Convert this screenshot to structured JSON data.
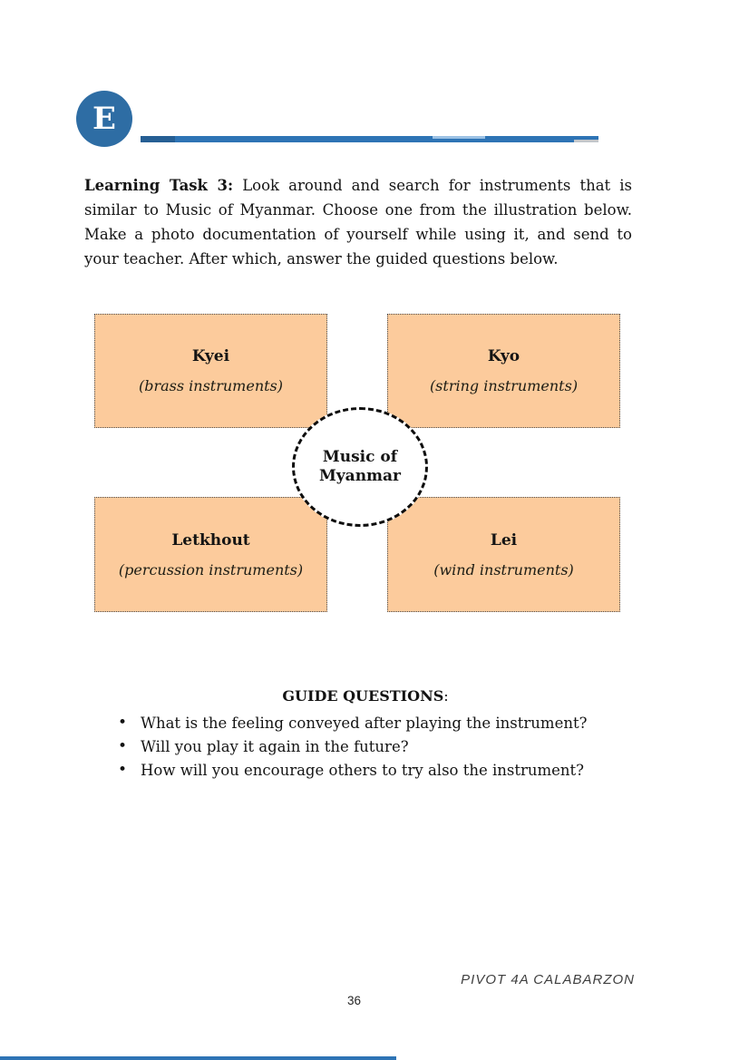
{
  "page": {
    "badge_letter": "E",
    "page_number": "36",
    "footer_brand": "PIVOT 4A CALABARZON"
  },
  "task": {
    "label": "Learning Task 3:",
    "body": " Look around and search for instruments that is similar to Music of Myanmar. Choose one from the illustration below. Make a photo documentation of yourself while using it, and send to your teacher. After which, answer the guided questions below."
  },
  "diagram": {
    "center": {
      "line1": "Music of",
      "line2": "Myanmar"
    },
    "boxes": [
      {
        "title": "Kyei",
        "subtitle": "(brass instruments)"
      },
      {
        "title": "Kyo",
        "subtitle": "(string instruments)"
      },
      {
        "title": "Letkhout",
        "subtitle": "(percussion instruments)"
      },
      {
        "title": "Lei",
        "subtitle": "(wind instruments)"
      }
    ]
  },
  "guide": {
    "heading": "GUIDE QUESTIONS",
    "heading_colon": ":",
    "bullet_glyph": "•",
    "questions": [
      "What is the feeling conveyed after playing the instrument?",
      "Will you play it again in the future?",
      "How will you encourage others to try also the instrument?"
    ]
  },
  "colors": {
    "badge_blue": "#2e6da4",
    "rule_blue": "#2e74b5",
    "box_fill": "#fccb9c",
    "box_border": "#4d4d4d",
    "text": "#141414",
    "footer_gray": "#3f3f3f"
  }
}
